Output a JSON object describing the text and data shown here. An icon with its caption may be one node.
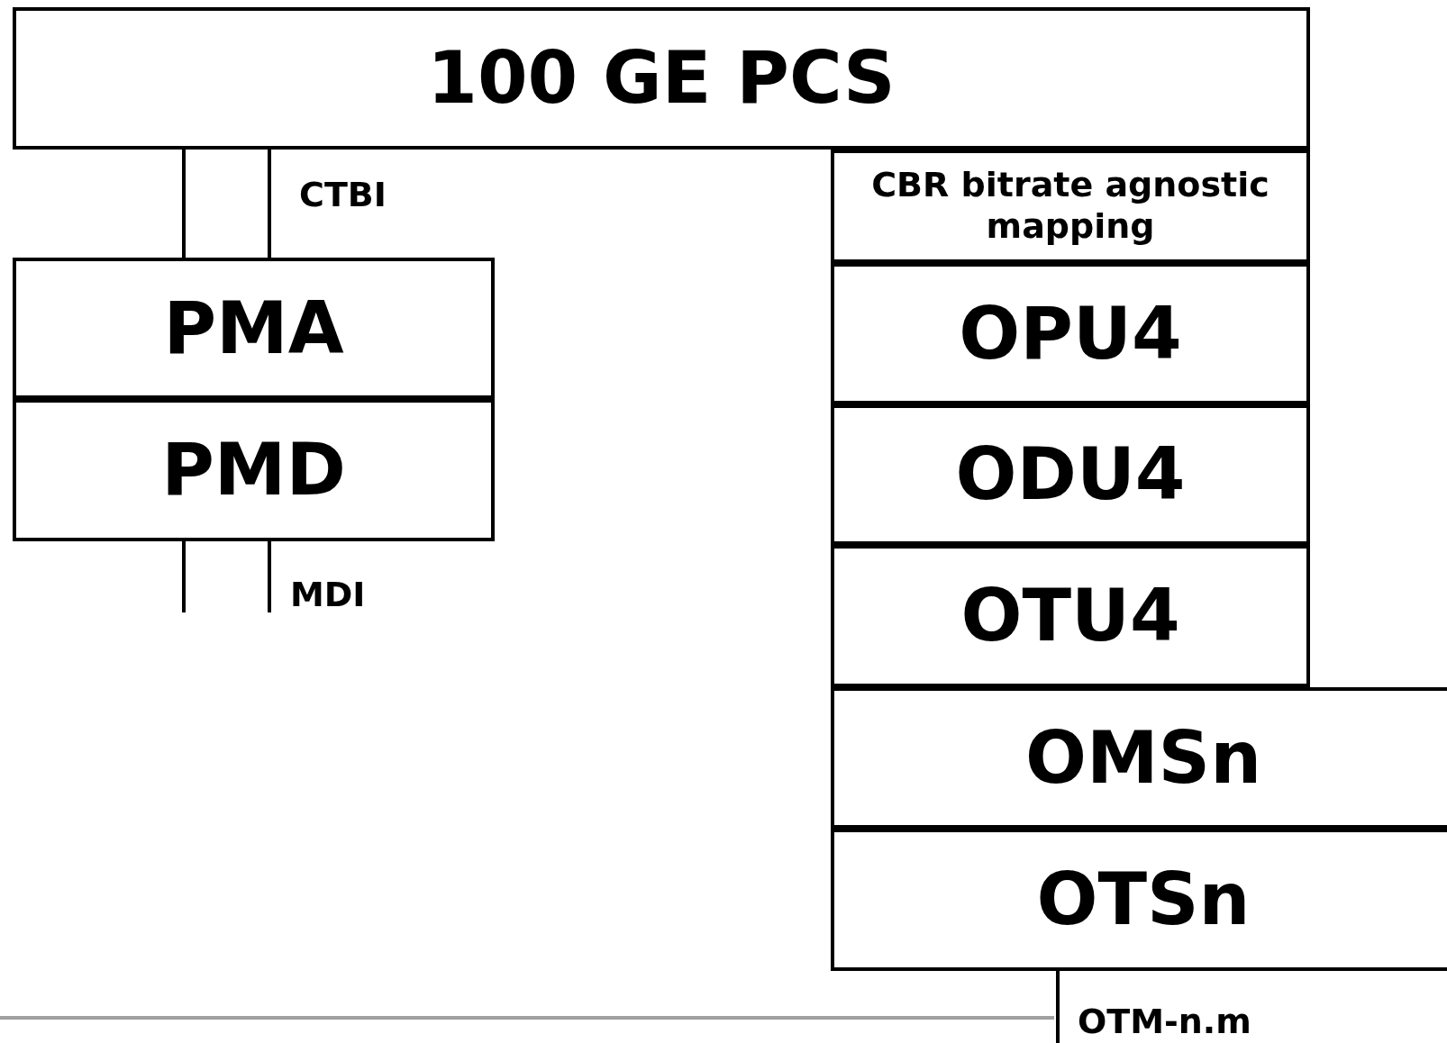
{
  "diagram": {
    "nodes": [
      {
        "text": [
          "100 GE PCS"
        ]
      },
      {
        "text": [
          "CBR bitrate agnostic mapping"
        ]
      },
      {
        "text": [
          "OPU4"
        ]
      },
      {
        "text": [
          "ODU4"
        ]
      },
      {
        "text": [
          "OTU4"
        ]
      },
      {
        "text": [
          "OMSn"
        ]
      },
      {
        "text": [
          "OTSn"
        ]
      },
      {
        "text": [
          "PMA"
        ]
      },
      {
        "text": [
          "PMD"
        ]
      }
    ],
    "edges": [
      {
        "from": 0,
        "to": 7,
        "arrow": "none"
      },
      {
        "from": 0,
        "to": 7,
        "arrow": "none"
      },
      {
        "from": 8,
        "to": null,
        "arrow": "none"
      },
      {
        "from": 8,
        "to": null,
        "arrow": "none"
      },
      {
        "from": 6,
        "to": null,
        "arrow": "none"
      }
    ],
    "labels": [
      "CTBI",
      "MDI",
      "OTM-n.m"
    ]
  }
}
